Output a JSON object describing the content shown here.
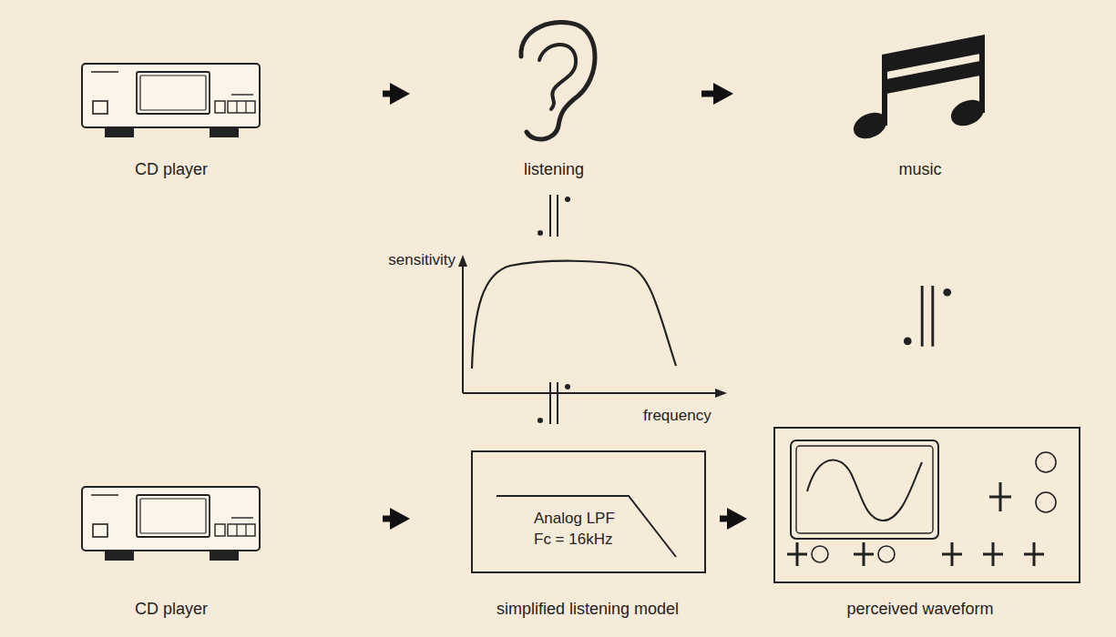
{
  "diagram": {
    "nodes": [
      {
        "text": [
          "CD player"
        ]
      },
      {
        "text": [
          "listening"
        ]
      },
      {
        "text": [
          "music"
        ]
      },
      {
        "text": [
          "CD player"
        ]
      },
      {
        "text": [
          "Analog LPF Fc = 16kHz",
          "simplified listening model"
        ]
      },
      {
        "text": [
          "perceived waveform"
        ]
      }
    ],
    "edges": [
      {
        "from": 0,
        "to": 1,
        "arrow": "to"
      },
      {
        "from": 1,
        "to": 2,
        "arrow": "to"
      },
      {
        "from": 3,
        "to": 4,
        "arrow": "to"
      },
      {
        "from": 4,
        "to": 5,
        "arrow": "to"
      }
    ],
    "labels": [
      "sensitivity",
      "frequency"
    ]
  }
}
